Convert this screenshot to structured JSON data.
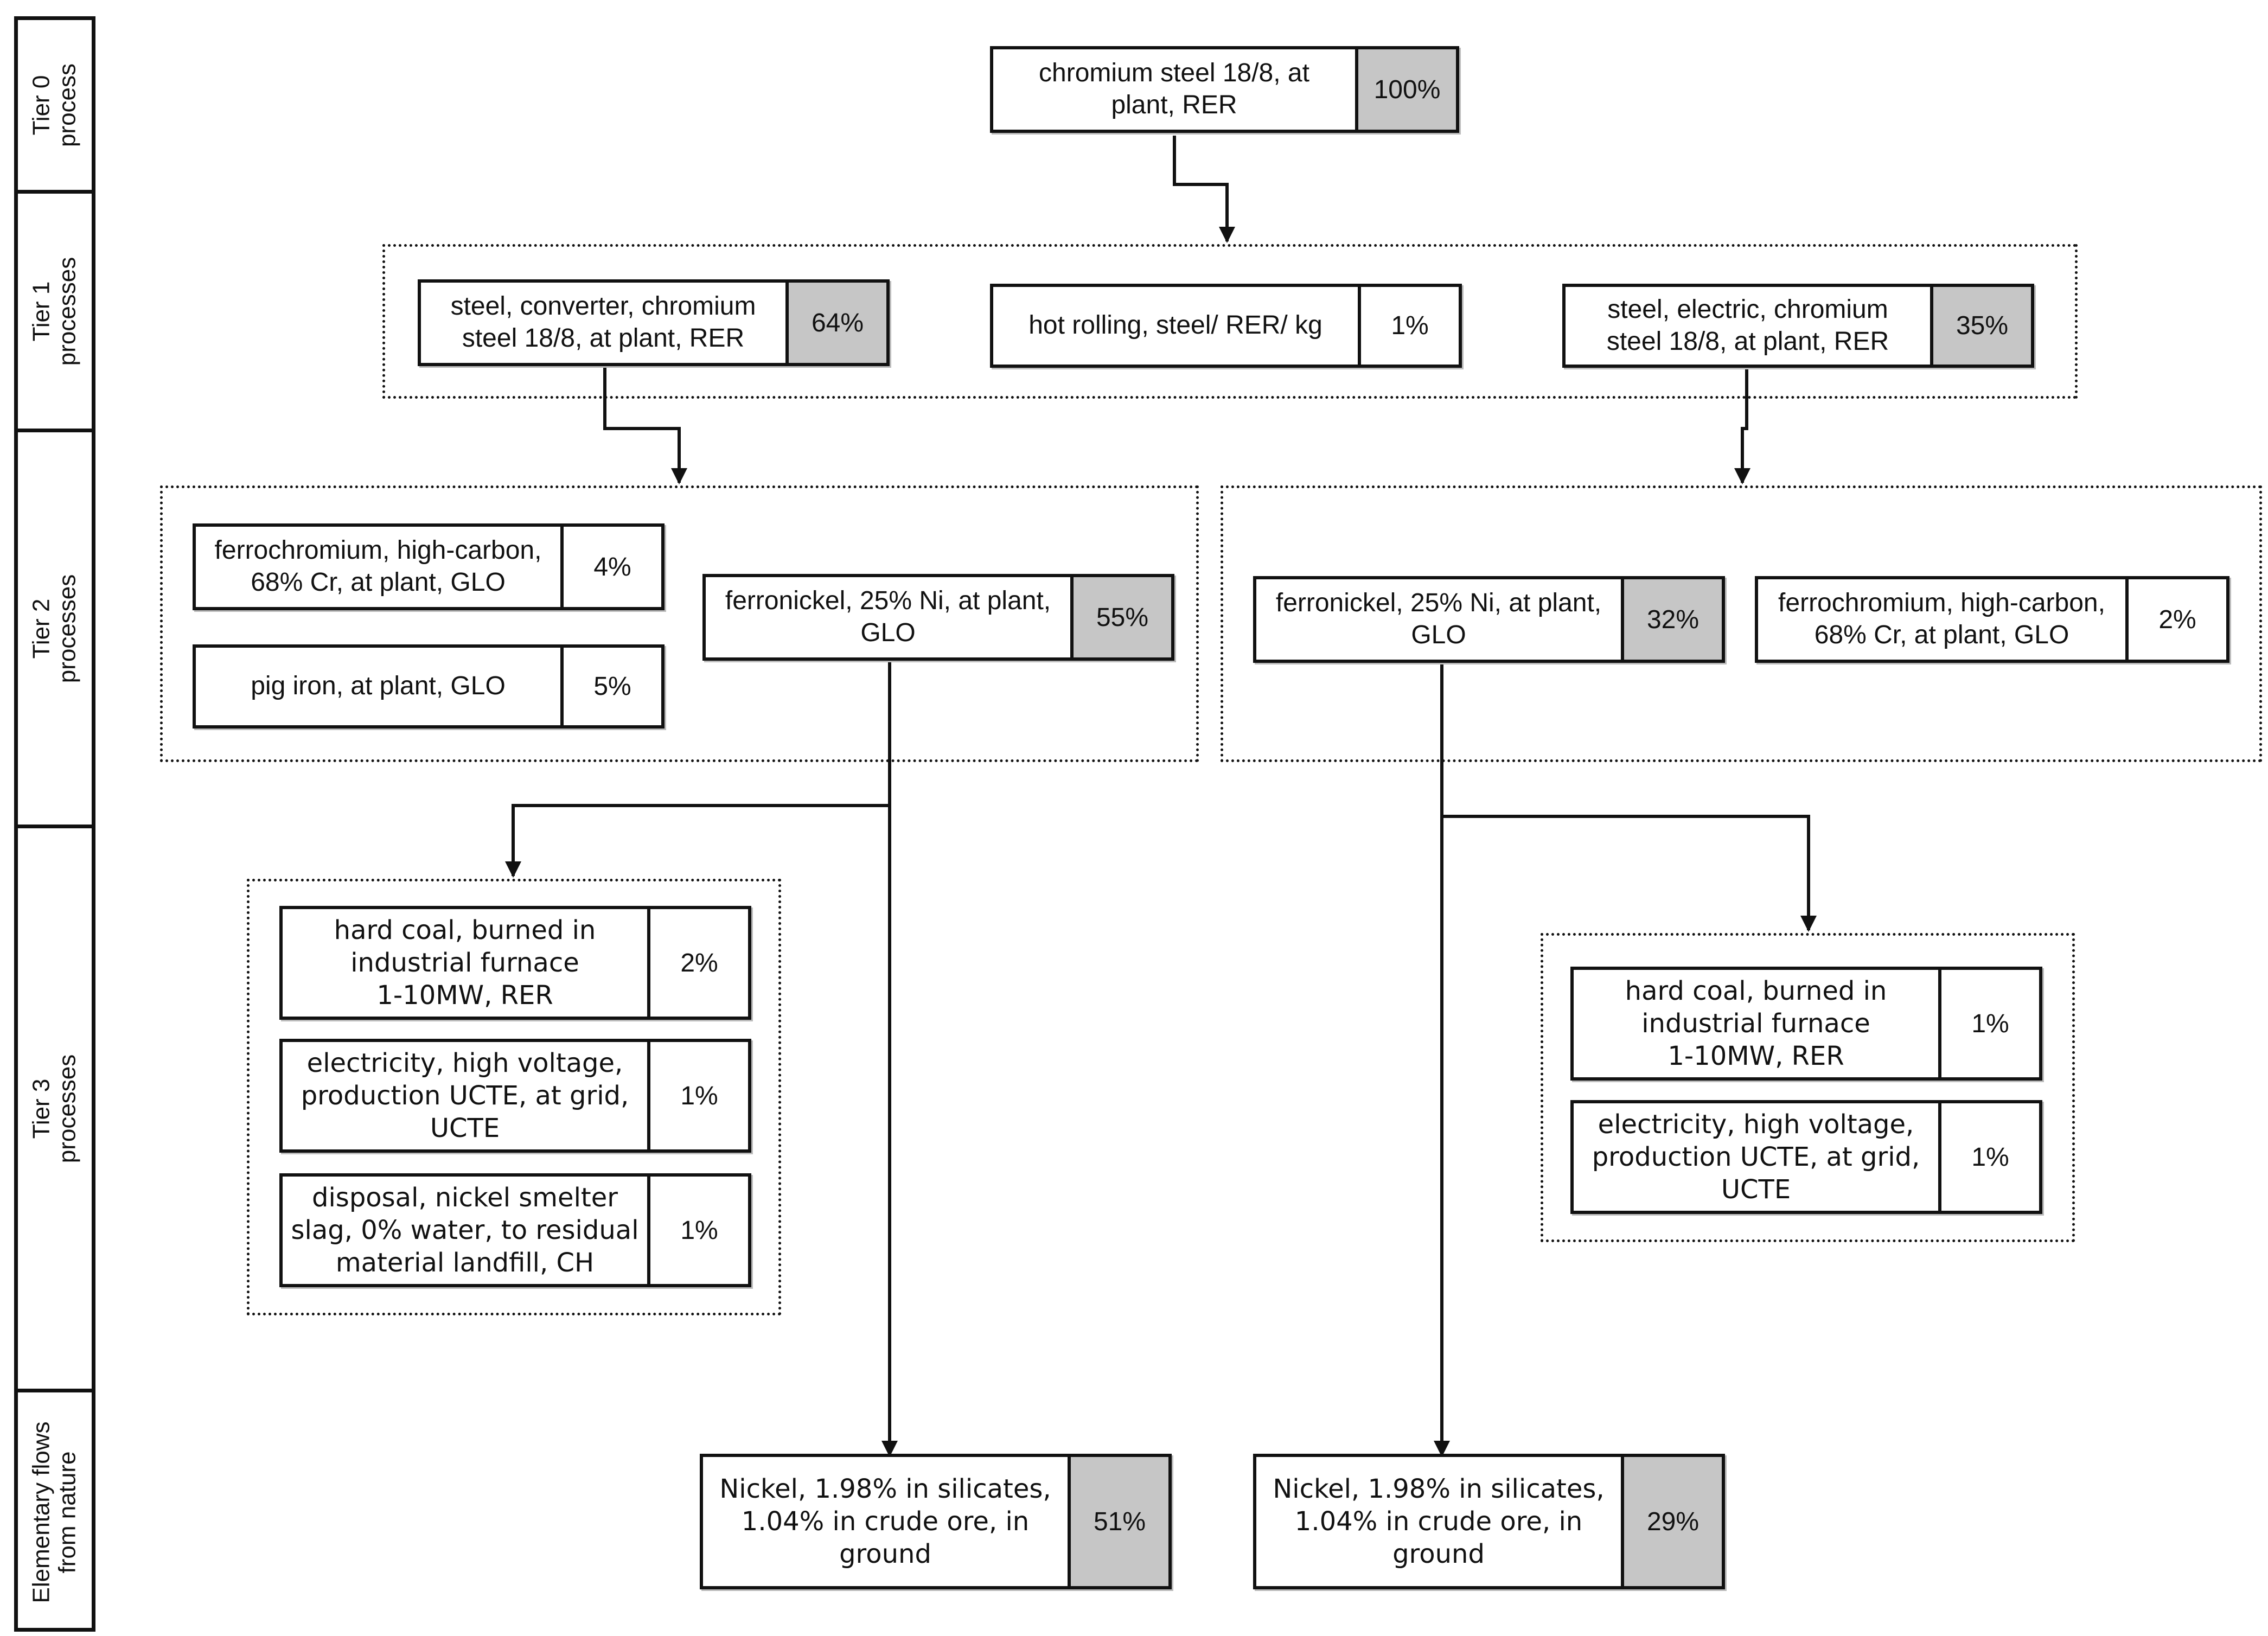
{
  "tiers": [
    {
      "id": "tier0",
      "label": "Tier 0\nprocess"
    },
    {
      "id": "tier1",
      "label": "Tier 1\nprocesses"
    },
    {
      "id": "tier2",
      "label": "Tier 2\nprocesses"
    },
    {
      "id": "tier3",
      "label": "Tier 3\nprocesses"
    },
    {
      "id": "elementary",
      "label": "Elementary flows\nfrom nature"
    }
  ],
  "tier0": {
    "root": {
      "label": "chromium steel 18/8, at\nplant, RER",
      "pct": "100%",
      "shaded": true
    }
  },
  "tier1": {
    "converter": {
      "label": "steel, converter, chromium\nsteel 18/8, at plant, RER",
      "pct": "64%",
      "shaded": true
    },
    "hot_rolling": {
      "label": "hot rolling, steel/ RER/ kg",
      "pct": "1%",
      "shaded": false
    },
    "electric": {
      "label": "steel, electric, chromium\nsteel 18/8, at plant, RER",
      "pct": "35%",
      "shaded": true
    }
  },
  "tier2_left": {
    "ferrochromium": {
      "label": "ferrochromium, high-carbon,\n68% Cr, at plant, GLO",
      "pct": "4%",
      "shaded": false
    },
    "pig_iron": {
      "label": "pig iron, at plant, GLO",
      "pct": "5%",
      "shaded": false
    },
    "ferronickel": {
      "label": "ferronickel, 25% Ni, at plant,\nGLO",
      "pct": "55%",
      "shaded": true
    }
  },
  "tier2_right": {
    "ferronickel": {
      "label": "ferronickel, 25% Ni, at plant,\nGLO",
      "pct": "32%",
      "shaded": true
    },
    "ferrochromium": {
      "label": "ferrochromium, high-carbon,\n68% Cr, at plant, GLO",
      "pct": "2%",
      "shaded": false
    }
  },
  "tier3_left": {
    "hard_coal": {
      "label": "hard coal, burned in\nindustrial furnace\n1-10MW, RER",
      "pct": "2%",
      "shaded": false
    },
    "electricity": {
      "label": "electricity, high voltage,\nproduction UCTE, at grid,\nUCTE",
      "pct": "1%",
      "shaded": false
    },
    "disposal": {
      "label": "disposal, nickel smelter\nslag, 0% water, to residual\nmaterial landfill, CH",
      "pct": "1%",
      "shaded": false
    }
  },
  "tier3_right": {
    "hard_coal": {
      "label": "hard coal, burned in\nindustrial furnace\n1-10MW, RER",
      "pct": "1%",
      "shaded": false
    },
    "electricity": {
      "label": "electricity, high voltage,\nproduction UCTE, at grid,\nUCTE",
      "pct": "1%",
      "shaded": false
    }
  },
  "elementary": {
    "nickel_left": {
      "label": "Nickel, 1.98% in silicates,\n1.04% in crude ore, in\nground",
      "pct": "51%",
      "shaded": true
    },
    "nickel_right": {
      "label": "Nickel, 1.98% in silicates,\n1.04% in crude ore, in\nground",
      "pct": "29%",
      "shaded": true
    }
  }
}
